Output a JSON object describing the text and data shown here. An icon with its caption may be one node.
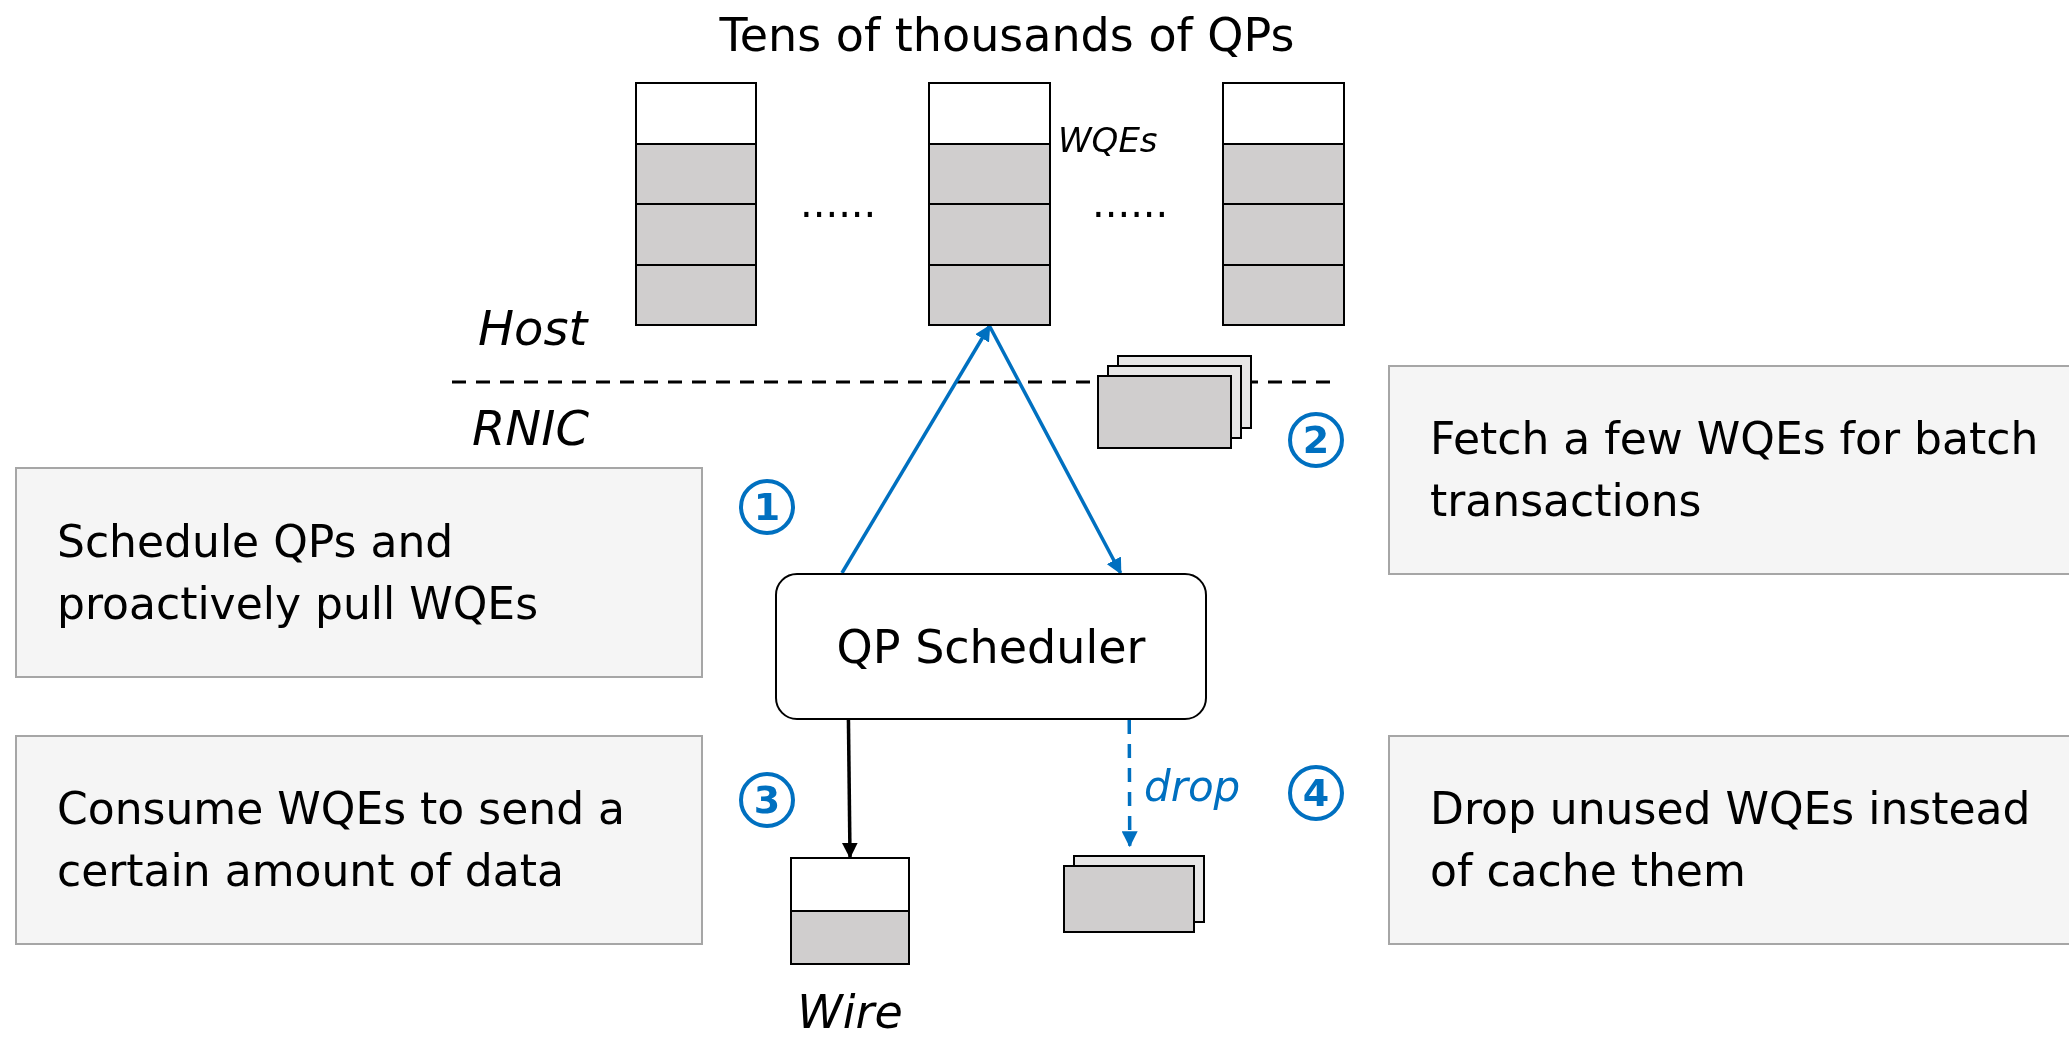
{
  "diagram": {
    "title": "Tens of thousands of QPs",
    "nodes": [
      {
        "text": [],
        "shape": "box"
      },
      {
        "text": [],
        "shape": "box",
        "beside": [
          "WQEs"
        ]
      },
      {
        "text": [],
        "shape": "box"
      },
      {
        "text": [],
        "shape": "box"
      },
      {
        "text": [
          "Fetch a few WQEs for batch transactions"
        ]
      },
      {
        "text": [
          "Schedule QPs and proactively pull WQEs"
        ]
      },
      {
        "text": [
          "QP Scheduler"
        ]
      },
      {
        "text": [
          "Consume WQEs to send a certain amount of data"
        ]
      },
      {
        "text": [],
        "shape": "box",
        "beside": [
          "Wire"
        ]
      },
      {
        "text": [],
        "shape": "box"
      },
      {
        "text": [
          "Drop unused WQEs instead of cache them"
        ]
      }
    ],
    "edges": [
      {
        "from": 6,
        "to": 1,
        "arrow": "to"
      },
      {
        "from": 1,
        "to": 6,
        "arrow": "to"
      },
      {
        "from": 6,
        "to": 8,
        "arrow": "to",
        "color": "#000000"
      },
      {
        "from": 6,
        "to": 9,
        "arrow": "to",
        "label": "drop",
        "style": "dashed"
      }
    ],
    "labels": [
      "......",
      "......",
      "Host",
      "RNIC",
      "2",
      "1",
      "3",
      "4"
    ]
  }
}
